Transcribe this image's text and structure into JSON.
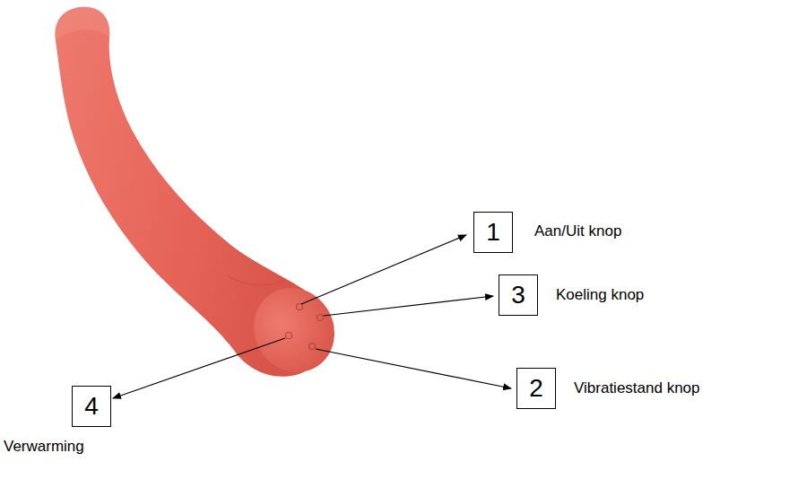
{
  "diagram": {
    "nodes": [
      {
        "text": [
          "1",
          "Aan/Uit knop"
        ]
      },
      {
        "text": [
          "3",
          "Koeling knop"
        ]
      },
      {
        "text": [
          "2",
          "Vibratiestand knop"
        ]
      },
      {
        "text": [
          "4",
          "Verwarming"
        ]
      }
    ]
  }
}
